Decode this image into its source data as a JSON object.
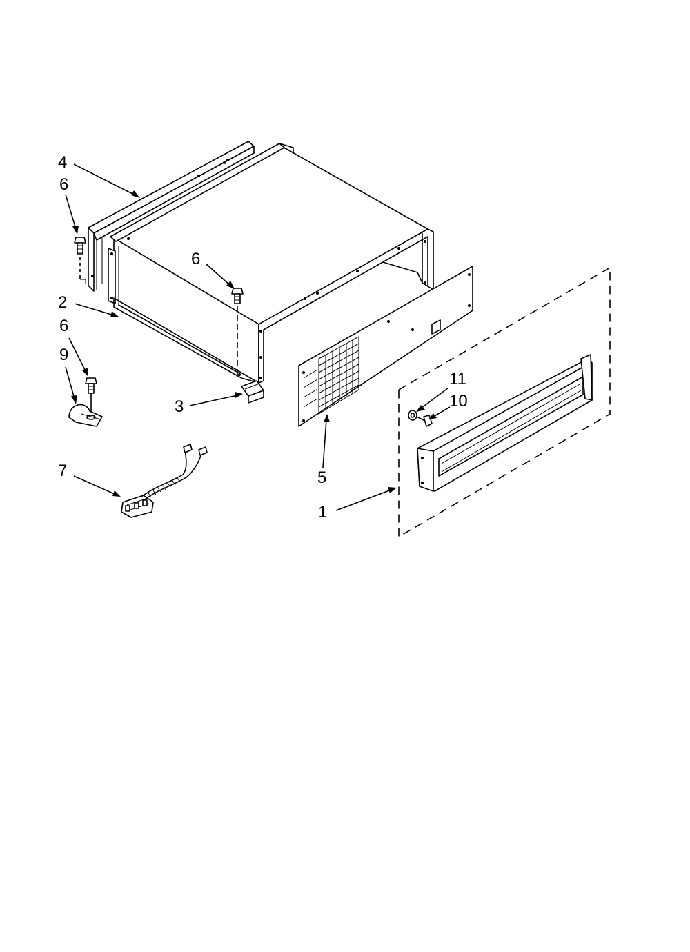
{
  "diagram": {
    "type": "exploded-parts-view",
    "callouts": [
      {
        "id": "callout-4",
        "label": "4"
      },
      {
        "id": "callout-6-top",
        "label": "6"
      },
      {
        "id": "callout-6-mid",
        "label": "6"
      },
      {
        "id": "callout-2",
        "label": "2"
      },
      {
        "id": "callout-6-low",
        "label": "6"
      },
      {
        "id": "callout-9",
        "label": "9"
      },
      {
        "id": "callout-3",
        "label": "3"
      },
      {
        "id": "callout-7",
        "label": "7"
      },
      {
        "id": "callout-5",
        "label": "5"
      },
      {
        "id": "callout-11",
        "label": "11"
      },
      {
        "id": "callout-10",
        "label": "10"
      },
      {
        "id": "callout-1",
        "label": "1"
      }
    ]
  },
  "colors": {
    "line": "#000000",
    "background": "#ffffff"
  }
}
